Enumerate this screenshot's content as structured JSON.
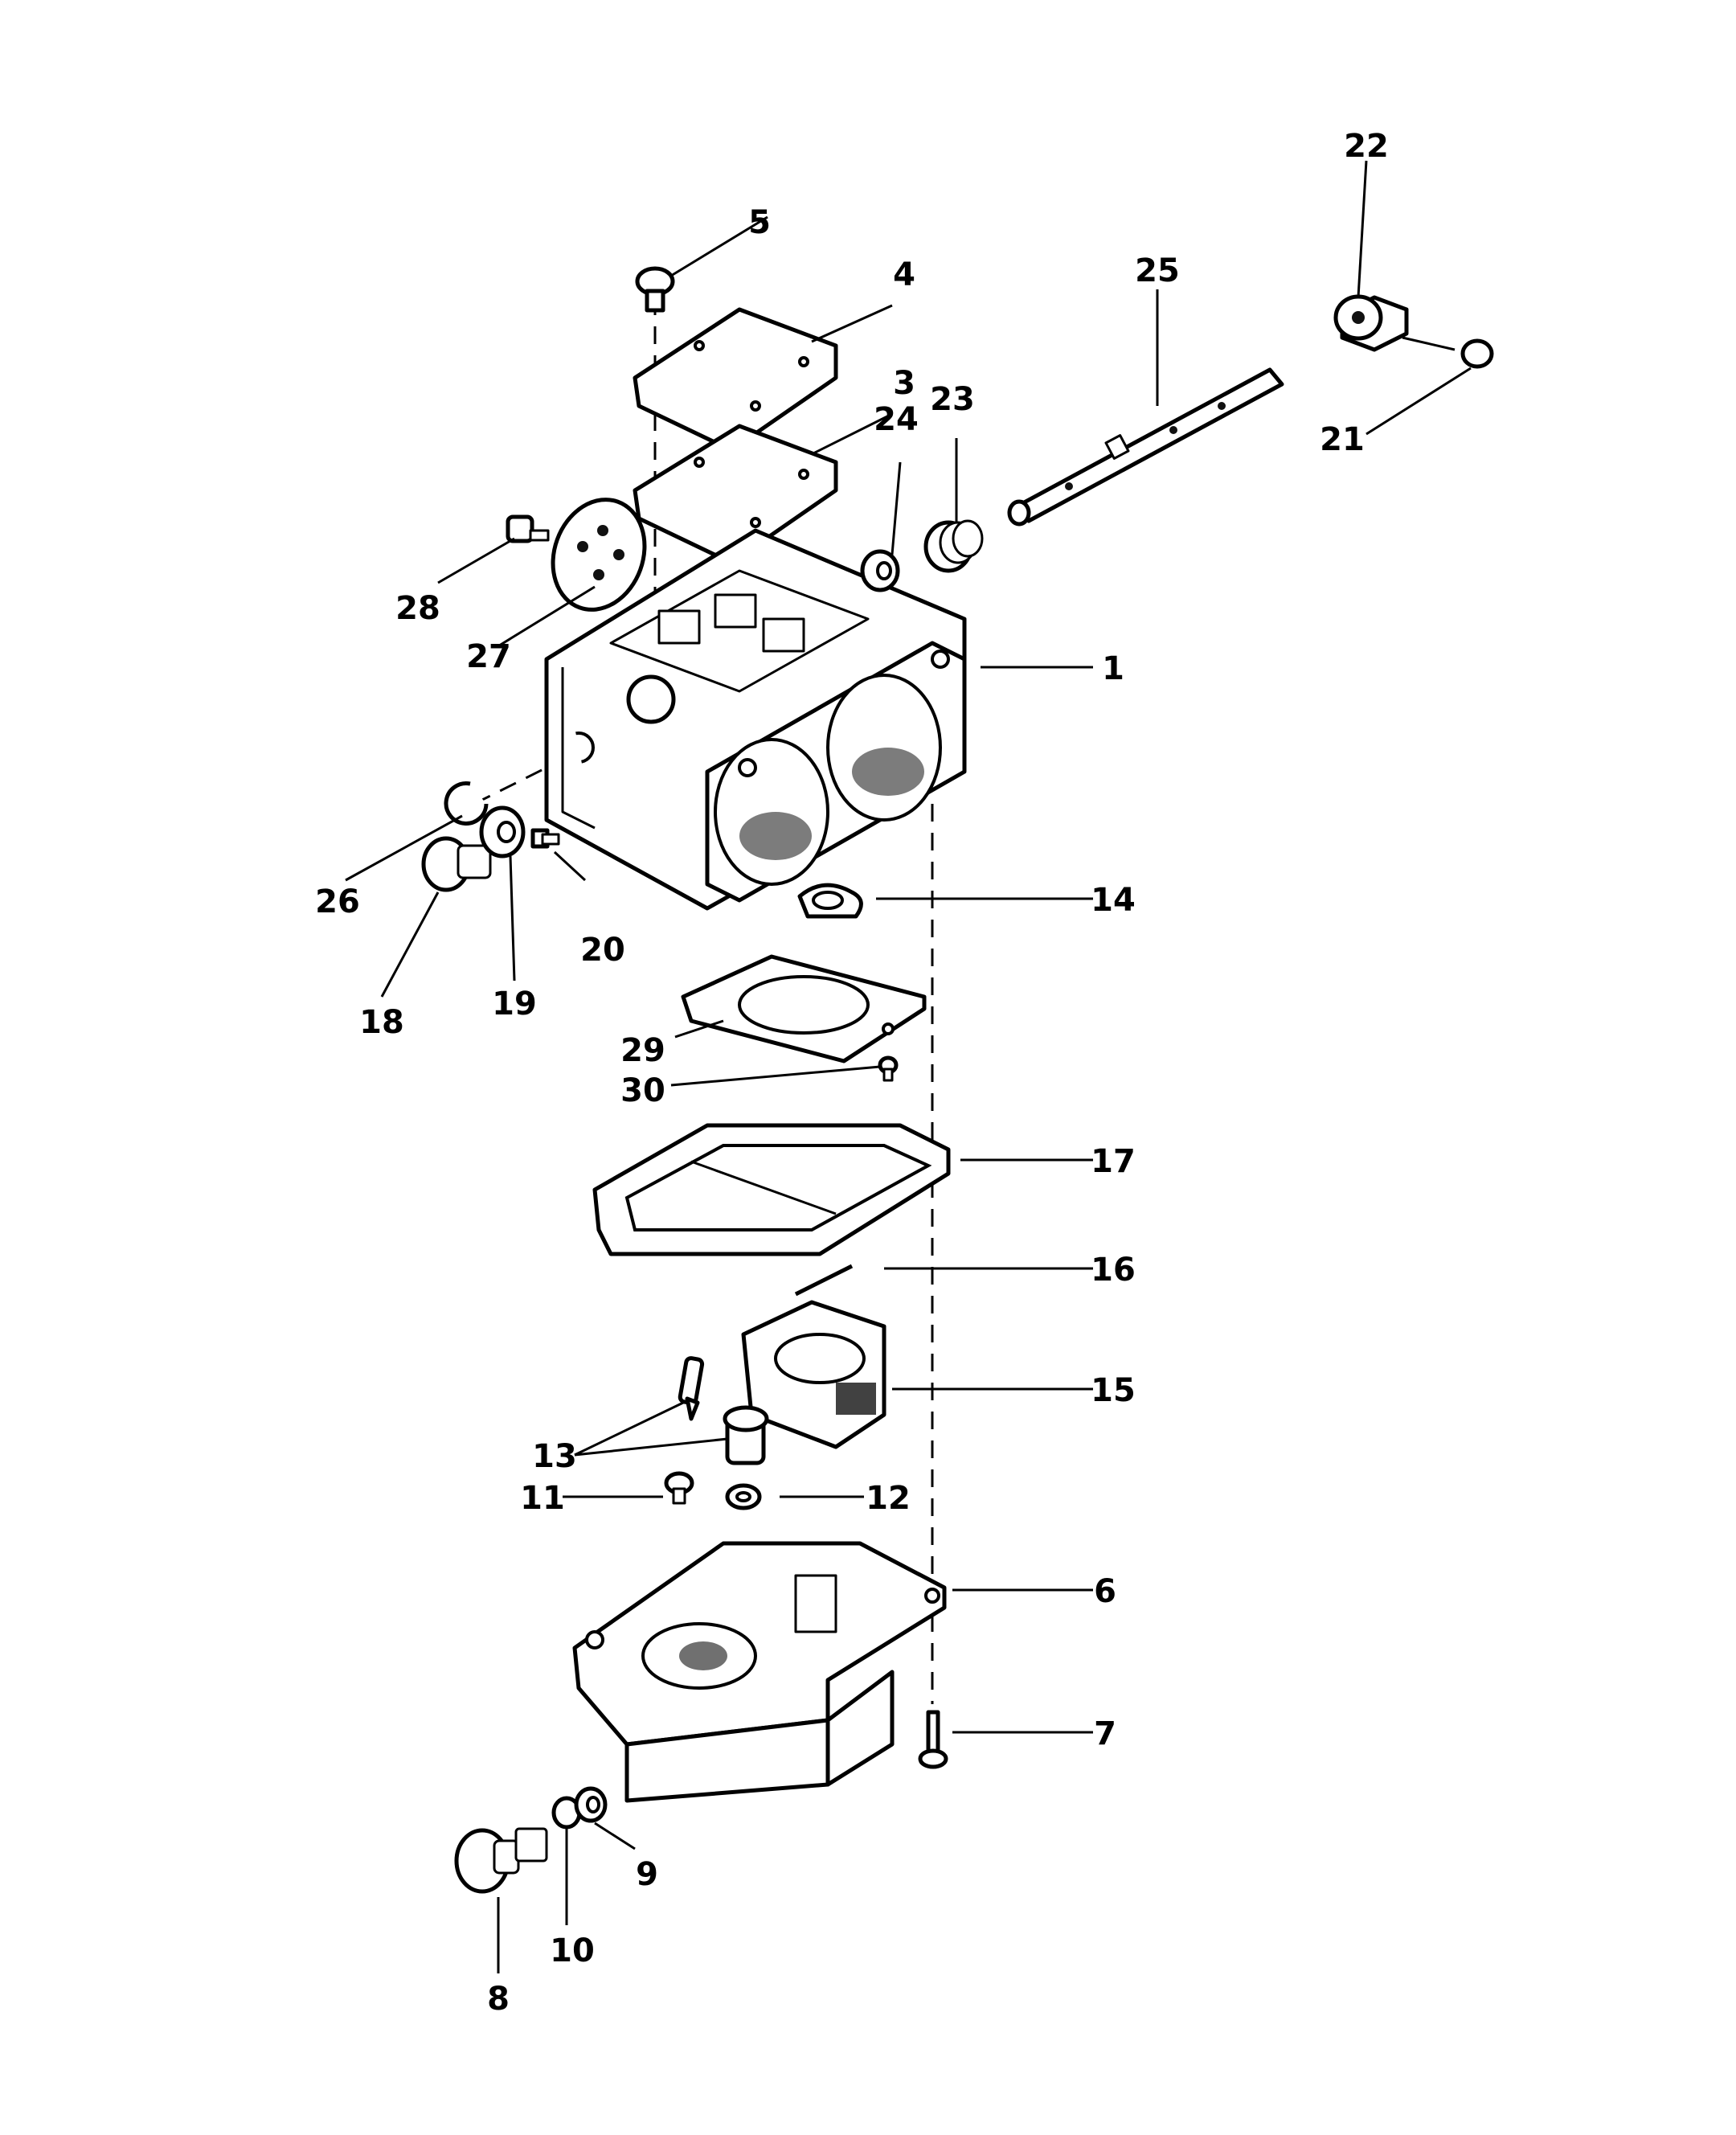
{
  "diagram": {
    "callouts": [
      {
        "id": "1",
        "label": "1"
      },
      {
        "id": "3",
        "label": "3"
      },
      {
        "id": "4",
        "label": "4"
      },
      {
        "id": "5",
        "label": "5"
      },
      {
        "id": "6",
        "label": "6"
      },
      {
        "id": "7",
        "label": "7"
      },
      {
        "id": "8",
        "label": "8"
      },
      {
        "id": "9",
        "label": "9"
      },
      {
        "id": "10",
        "label": "10"
      },
      {
        "id": "11",
        "label": "11"
      },
      {
        "id": "12",
        "label": "12"
      },
      {
        "id": "13",
        "label": "13"
      },
      {
        "id": "14",
        "label": "14"
      },
      {
        "id": "15",
        "label": "15"
      },
      {
        "id": "16",
        "label": "16"
      },
      {
        "id": "17",
        "label": "17"
      },
      {
        "id": "18",
        "label": "18"
      },
      {
        "id": "19",
        "label": "19"
      },
      {
        "id": "20",
        "label": "20"
      },
      {
        "id": "21",
        "label": "21"
      },
      {
        "id": "22",
        "label": "22"
      },
      {
        "id": "23",
        "label": "23"
      },
      {
        "id": "24",
        "label": "24"
      },
      {
        "id": "25",
        "label": "25"
      },
      {
        "id": "26",
        "label": "26"
      },
      {
        "id": "27",
        "label": "27"
      },
      {
        "id": "28",
        "label": "28"
      },
      {
        "id": "29",
        "label": "29"
      },
      {
        "id": "30",
        "label": "30"
      }
    ]
  }
}
